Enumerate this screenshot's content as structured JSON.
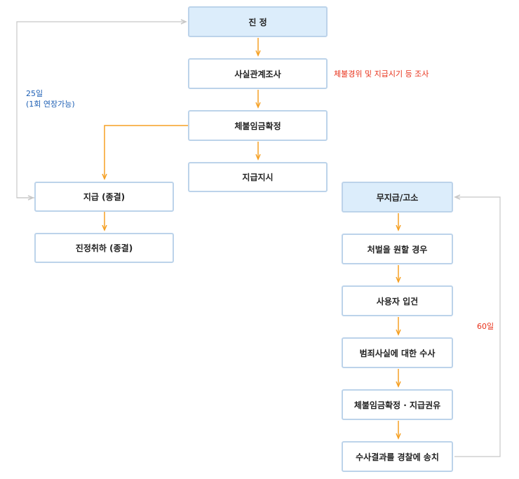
{
  "nodes": {
    "petition": "진 정",
    "investigation": "사실관계조사",
    "wage_confirm": "체불임금확정",
    "payment_order": "지급지시",
    "paid_closed": "지급 (종결)",
    "withdrawn_closed": "진정취하 (종결)",
    "nonpayment": "무지급/고소",
    "punish_wish": "처벌을 원할 경우",
    "employer_visit": "사용자 입건",
    "crime_investigation": "범죄사실에 대한 수사",
    "confirm_recommend": "체불임금확정 · 지급권유",
    "send_police": "수사결과를 경찰에 송치"
  },
  "notes": {
    "investigation_note": "체불경위 및 지급시기 등 조사",
    "days_25": "25일",
    "extension": "(1회 연장가능)",
    "days_60": "60일"
  },
  "colors": {
    "accent_arrow": "#f5a024",
    "loop_arrow": "#c8c8c8",
    "box_border": "#bcd3ea",
    "box_highlight": "#dcedfb",
    "note_red": "#e8311a",
    "note_blue": "#1d5fb4"
  }
}
